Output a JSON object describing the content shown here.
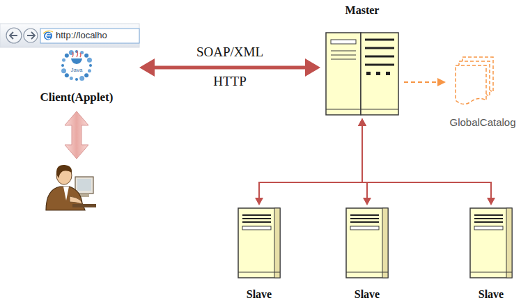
{
  "diagram": {
    "nodes": [
      {
        "text": [
          "Client(Applet)"
        ]
      },
      {
        "text": [
          "Master"
        ]
      },
      {
        "text": [
          "GlobalCatalog"
        ]
      },
      {
        "text": [
          "Slave"
        ]
      },
      {
        "text": [
          "Slave"
        ]
      },
      {
        "text": [
          "Slave"
        ]
      }
    ],
    "edges": [
      {
        "from": 0,
        "to": 1,
        "arrow": "both",
        "label": "SOAP/XML"
      },
      {
        "from": 1,
        "to": 2,
        "arrow": "to"
      },
      {
        "from": 1,
        "to": 3,
        "arrow": "both"
      },
      {
        "from": 1,
        "to": 4,
        "arrow": "both"
      },
      {
        "from": 1,
        "to": 5,
        "arrow": "both"
      }
    ],
    "labels": [
      "HTTP",
      "http://localho",
      "Java"
    ]
  }
}
